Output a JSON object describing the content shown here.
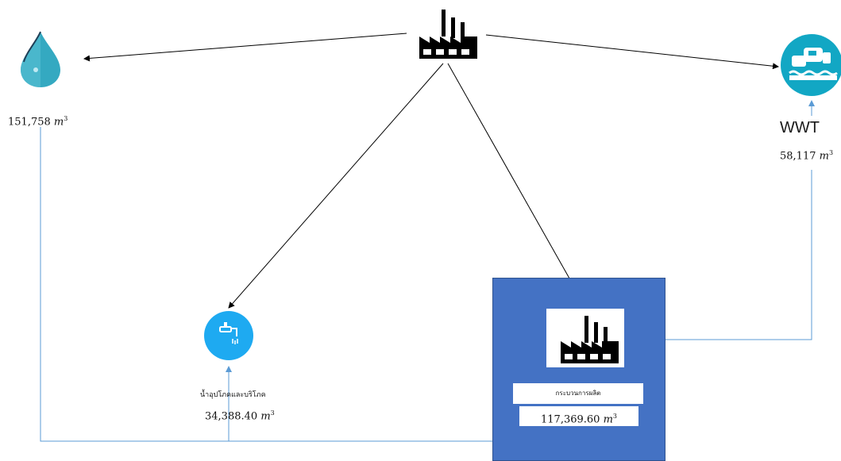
{
  "nodes": {
    "water_source": {
      "icon": "water-drop-icon",
      "value": "151,758",
      "unit": "m",
      "exp": "3"
    },
    "factory": {
      "icon": "factory-icon"
    },
    "wwt": {
      "icon": "wastewater-treatment-icon",
      "title": "WWT",
      "value": "58,117",
      "unit": "m",
      "exp": "3"
    },
    "domestic": {
      "icon": "faucet-icon",
      "label": "น้ำอุปโภคและบริโภค",
      "value": "34,388.40",
      "unit": "m",
      "exp": "3"
    },
    "production": {
      "icon": "factory-icon",
      "label": "กระบวนการผลิต",
      "value": "117,369.60",
      "unit": "m",
      "exp": "3"
    }
  },
  "colors": {
    "primary_flow": "#000000",
    "return_flow": "#5b9bd5",
    "icon_teal": "#12a7c4",
    "icon_blue": "#1eaaf1",
    "panel": "#4472c4"
  }
}
